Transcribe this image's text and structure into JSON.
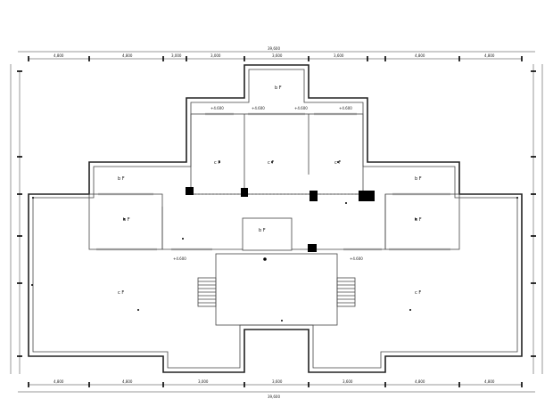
{
  "rooms": [
    {
      "id": "top-center",
      "label": "b F"
    },
    {
      "id": "row-a",
      "label": "c F"
    },
    {
      "id": "row-b",
      "label": "c F"
    },
    {
      "id": "row-c",
      "label": "c F"
    },
    {
      "id": "left-wing-top",
      "label": "b F"
    },
    {
      "id": "right-wing-top",
      "label": "b F"
    },
    {
      "id": "left-room",
      "label": "b F"
    },
    {
      "id": "right-room",
      "label": "b F"
    },
    {
      "id": "lower-left",
      "label": "c F"
    },
    {
      "id": "lower-right",
      "label": "c F"
    },
    {
      "id": "center-stage",
      "label": "b F"
    }
  ],
  "dims_top": [
    "4,800",
    "4,800",
    "3,000",
    "3,000",
    "3,600",
    "3,600",
    "4,800",
    "4,800"
  ],
  "dims_bottom": [
    "4,800",
    "4,800",
    "3,000",
    "3,600",
    "3,600",
    "4,800",
    "4,800"
  ],
  "total_top": "39,600",
  "total_bottom": "39,600",
  "notes": [
    "+4.600",
    "+4.600",
    "+4.600",
    "+4.600",
    "+4.600",
    "+4.600"
  ]
}
